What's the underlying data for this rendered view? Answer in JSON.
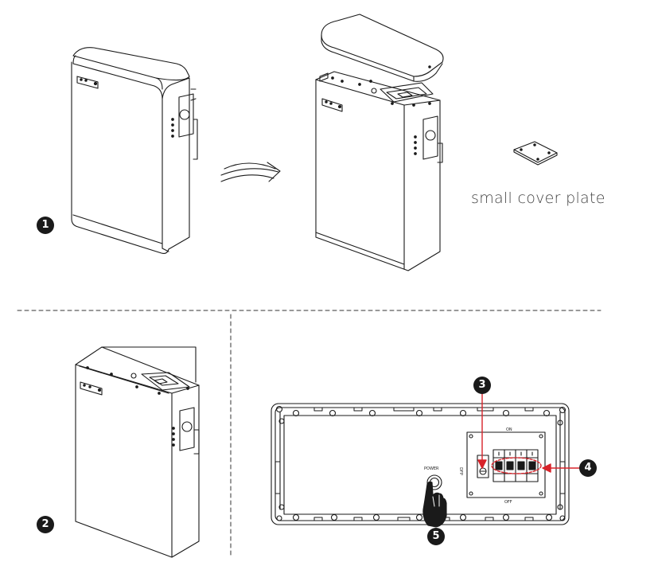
{
  "labels": {
    "small_cover_plate": "small cover plate",
    "power": "POWER",
    "on": "ON",
    "off": "OFF",
    "dfp": "DFP"
  },
  "steps": [
    "1",
    "2",
    "3",
    "4",
    "5"
  ],
  "colors": {
    "line": "#1a1a1a",
    "callout_red": "#d8232a",
    "step_fill": "#1a1a1a"
  }
}
